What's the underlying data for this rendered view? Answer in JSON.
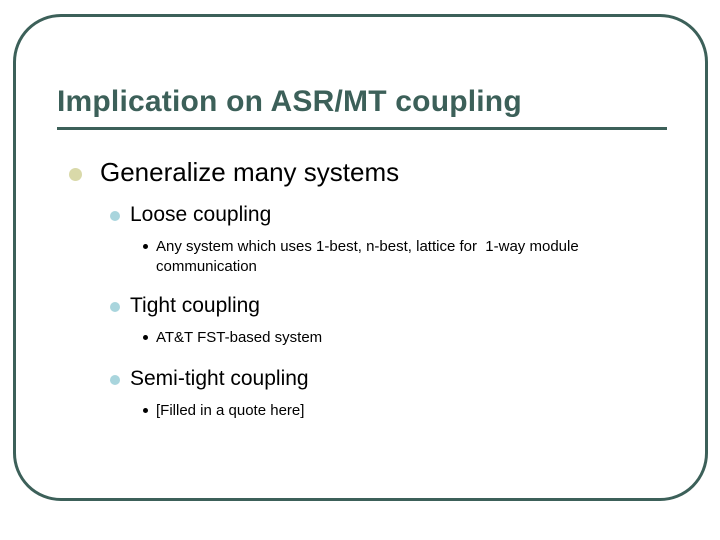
{
  "slide": {
    "title": "Implication on ASR/MT coupling",
    "background_color": "#ffffff",
    "frame_color": "#3c6059",
    "title_color": "#3c6059",
    "body_text_color": "#000000",
    "level1_bullet_color": "#d9d9a9",
    "level2_bullet_color": "#a9d5dd",
    "level3_bullet_color": "#000000"
  },
  "outline": {
    "level1": {
      "text": "Generalize many systems"
    },
    "items": [
      {
        "level2": "Loose coupling",
        "level3": "Any system which uses 1-best, n-best, lattice for  1-way module communication"
      },
      {
        "level2": "Tight coupling",
        "level3": "AT&T FST-based system"
      },
      {
        "level2": "Semi-tight coupling",
        "level3": "[Filled in a quote here]"
      }
    ]
  }
}
